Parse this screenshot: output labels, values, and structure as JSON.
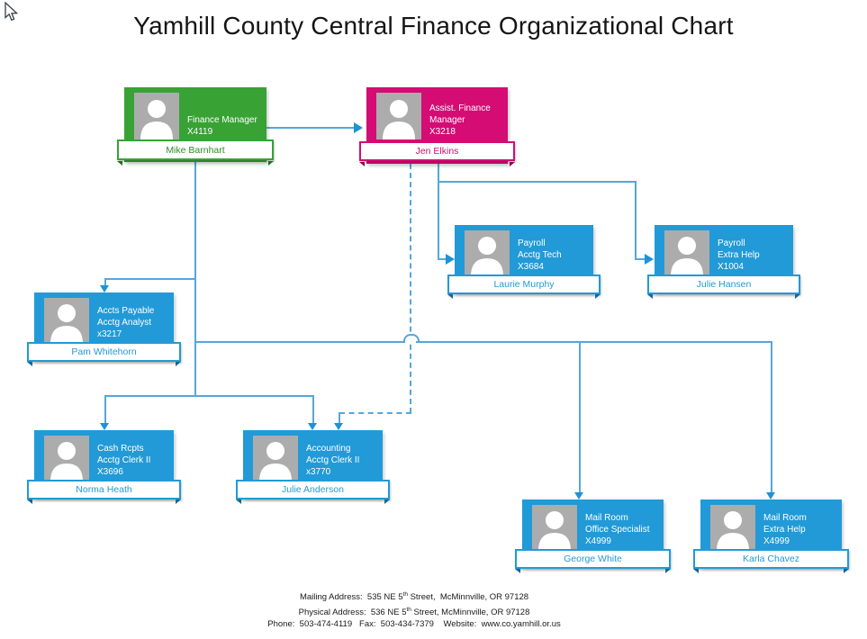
{
  "title": "Yamhill County Central Finance Organizational Chart",
  "colors": {
    "manager_green": "#38a235",
    "assistant_pink": "#d40c74",
    "staff_blue": "#219ad7",
    "connector_blue": "#54a7db",
    "photo_gray": "#acacac"
  },
  "boxes": [
    {
      "id": "finance-manager",
      "color": "green",
      "role_lines": [
        "Finance Manager",
        "X4119"
      ],
      "name": "Mike Barnhart"
    },
    {
      "id": "assist-finance-manager",
      "color": "pink",
      "role_lines": [
        "Assist. Finance",
        "Manager",
        "X3218"
      ],
      "name": "Jen Elkins"
    },
    {
      "id": "payroll-acctg-tech",
      "color": "blue",
      "role_lines": [
        "Payroll",
        "Acctg Tech",
        "X3684"
      ],
      "name": "Laurie Murphy"
    },
    {
      "id": "payroll-extra-help",
      "color": "blue",
      "role_lines": [
        "Payroll",
        "Extra Help",
        "X1004"
      ],
      "name": "Julie Hansen"
    },
    {
      "id": "accts-payable-acctg-analyst",
      "color": "blue",
      "role_lines": [
        "Accts Payable",
        "Acctg Analyst",
        "x3217"
      ],
      "name": "Pam Whitehorn"
    },
    {
      "id": "cash-rcpts-acctg-clerk",
      "color": "blue",
      "role_lines": [
        "Cash Rcpts",
        "Acctg Clerk II",
        "X3696"
      ],
      "name": "Norma Heath"
    },
    {
      "id": "accounting-acctg-clerk",
      "color": "blue",
      "role_lines": [
        "Accounting",
        "Acctg Clerk II",
        "x3770"
      ],
      "name": "Julie Anderson"
    },
    {
      "id": "mail-room-office-specialist",
      "color": "blue",
      "role_lines": [
        "Mail Room",
        "Office Specialist",
        "X4999"
      ],
      "name": "George White"
    },
    {
      "id": "mail-room-extra-help",
      "color": "blue",
      "role_lines": [
        "Mail Room",
        "Extra Help",
        "X4999"
      ],
      "name": "Karla Chavez"
    }
  ],
  "footer": {
    "line1": {
      "pre": "Mailing Address:  535 NE 5",
      "sup": "th",
      "post": " Street,  McMinnville, OR 97128"
    },
    "line2": {
      "pre": "Physical Address:  536 NE 5",
      "sup": "th",
      "post": " Street, McMinnville, OR 97128"
    },
    "line3": "Phone:  503-474-4119   Fax:  503-434-7379    Website:  www.co.yamhill.or.us"
  }
}
